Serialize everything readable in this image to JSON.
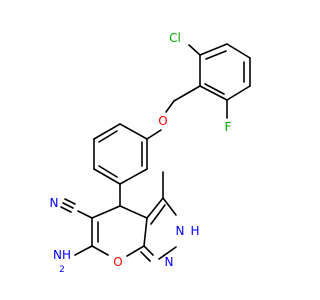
{
  "colors": {
    "bond": "#000000",
    "carbon": "#000000",
    "nitrogen": "#0000ff",
    "oxygen": "#ff0000",
    "chlorine": "#00aa00",
    "fluorine": "#00aa00"
  },
  "atoms": {
    "cl": "Cl",
    "f": "F",
    "o_ether": "O",
    "n_nitrile": "N",
    "nh_h": "H",
    "nh_n": "N",
    "n_ring": "N",
    "o_ring": "O",
    "nh2": "NH",
    "nh2_sub": "2"
  }
}
